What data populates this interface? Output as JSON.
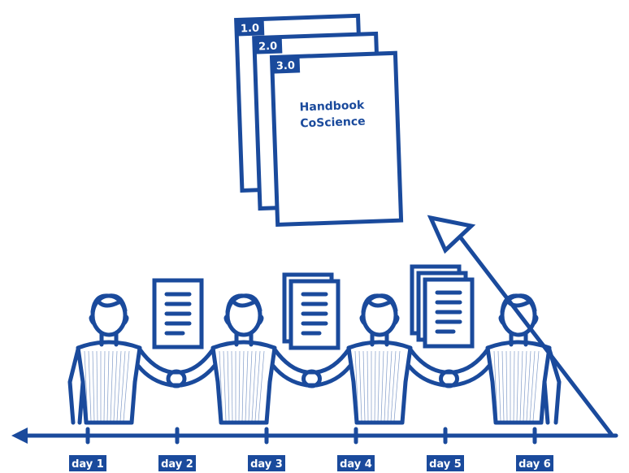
{
  "handbook": {
    "versions": [
      "1.0",
      "2.0",
      "3.0"
    ],
    "title_line1": "Handbook",
    "title_line2": "CoScience"
  },
  "timeline": {
    "days": [
      "day 1",
      "day 2",
      "day 3",
      "day 4",
      "day 5",
      "day 6"
    ]
  },
  "colors": {
    "accent": "#1a4a9c",
    "background": "#ffffff"
  },
  "icons": [
    "person-icon",
    "document-icon",
    "arrow-icon",
    "book-icon"
  ]
}
